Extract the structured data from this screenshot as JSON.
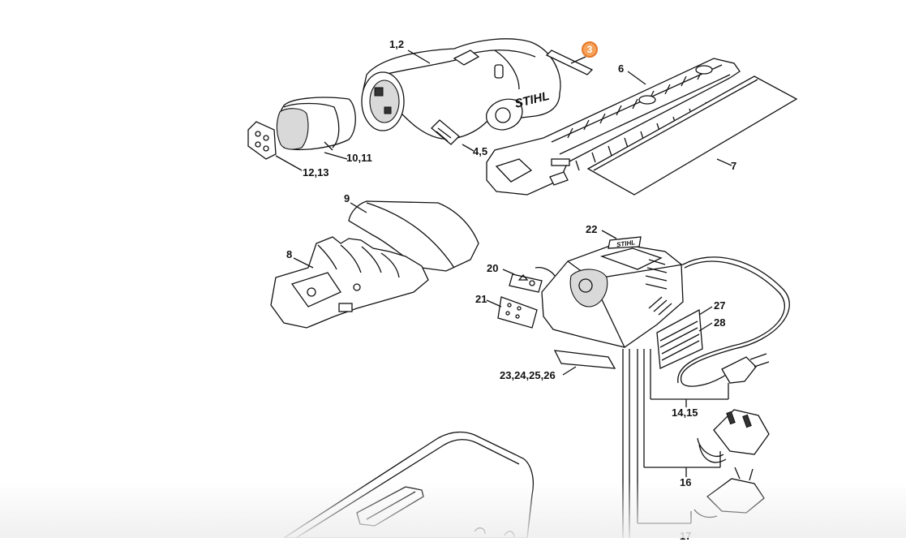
{
  "diagram": {
    "highlight_color": "#f6a25a",
    "callouts": [
      {
        "id": "c-1-2",
        "text": "1,2"
      },
      {
        "id": "c-3",
        "text": "3"
      },
      {
        "id": "c-6",
        "text": "6"
      },
      {
        "id": "c-7",
        "text": "7"
      },
      {
        "id": "c-4-5",
        "text": "4,5"
      },
      {
        "id": "c-10-11",
        "text": "10,11"
      },
      {
        "id": "c-12-13",
        "text": "12,13"
      },
      {
        "id": "c-9",
        "text": "9"
      },
      {
        "id": "c-8",
        "text": "8"
      },
      {
        "id": "c-22",
        "text": "22"
      },
      {
        "id": "c-20",
        "text": "20"
      },
      {
        "id": "c-21",
        "text": "21"
      },
      {
        "id": "c-27",
        "text": "27"
      },
      {
        "id": "c-28",
        "text": "28"
      },
      {
        "id": "c-23-26",
        "text": "23,24,25,26"
      },
      {
        "id": "c-14-15",
        "text": "14,15"
      },
      {
        "id": "c-16",
        "text": "16"
      },
      {
        "id": "c-17",
        "text": "17"
      }
    ],
    "brand_marks": [
      "STIHL",
      "STIHL"
    ]
  }
}
